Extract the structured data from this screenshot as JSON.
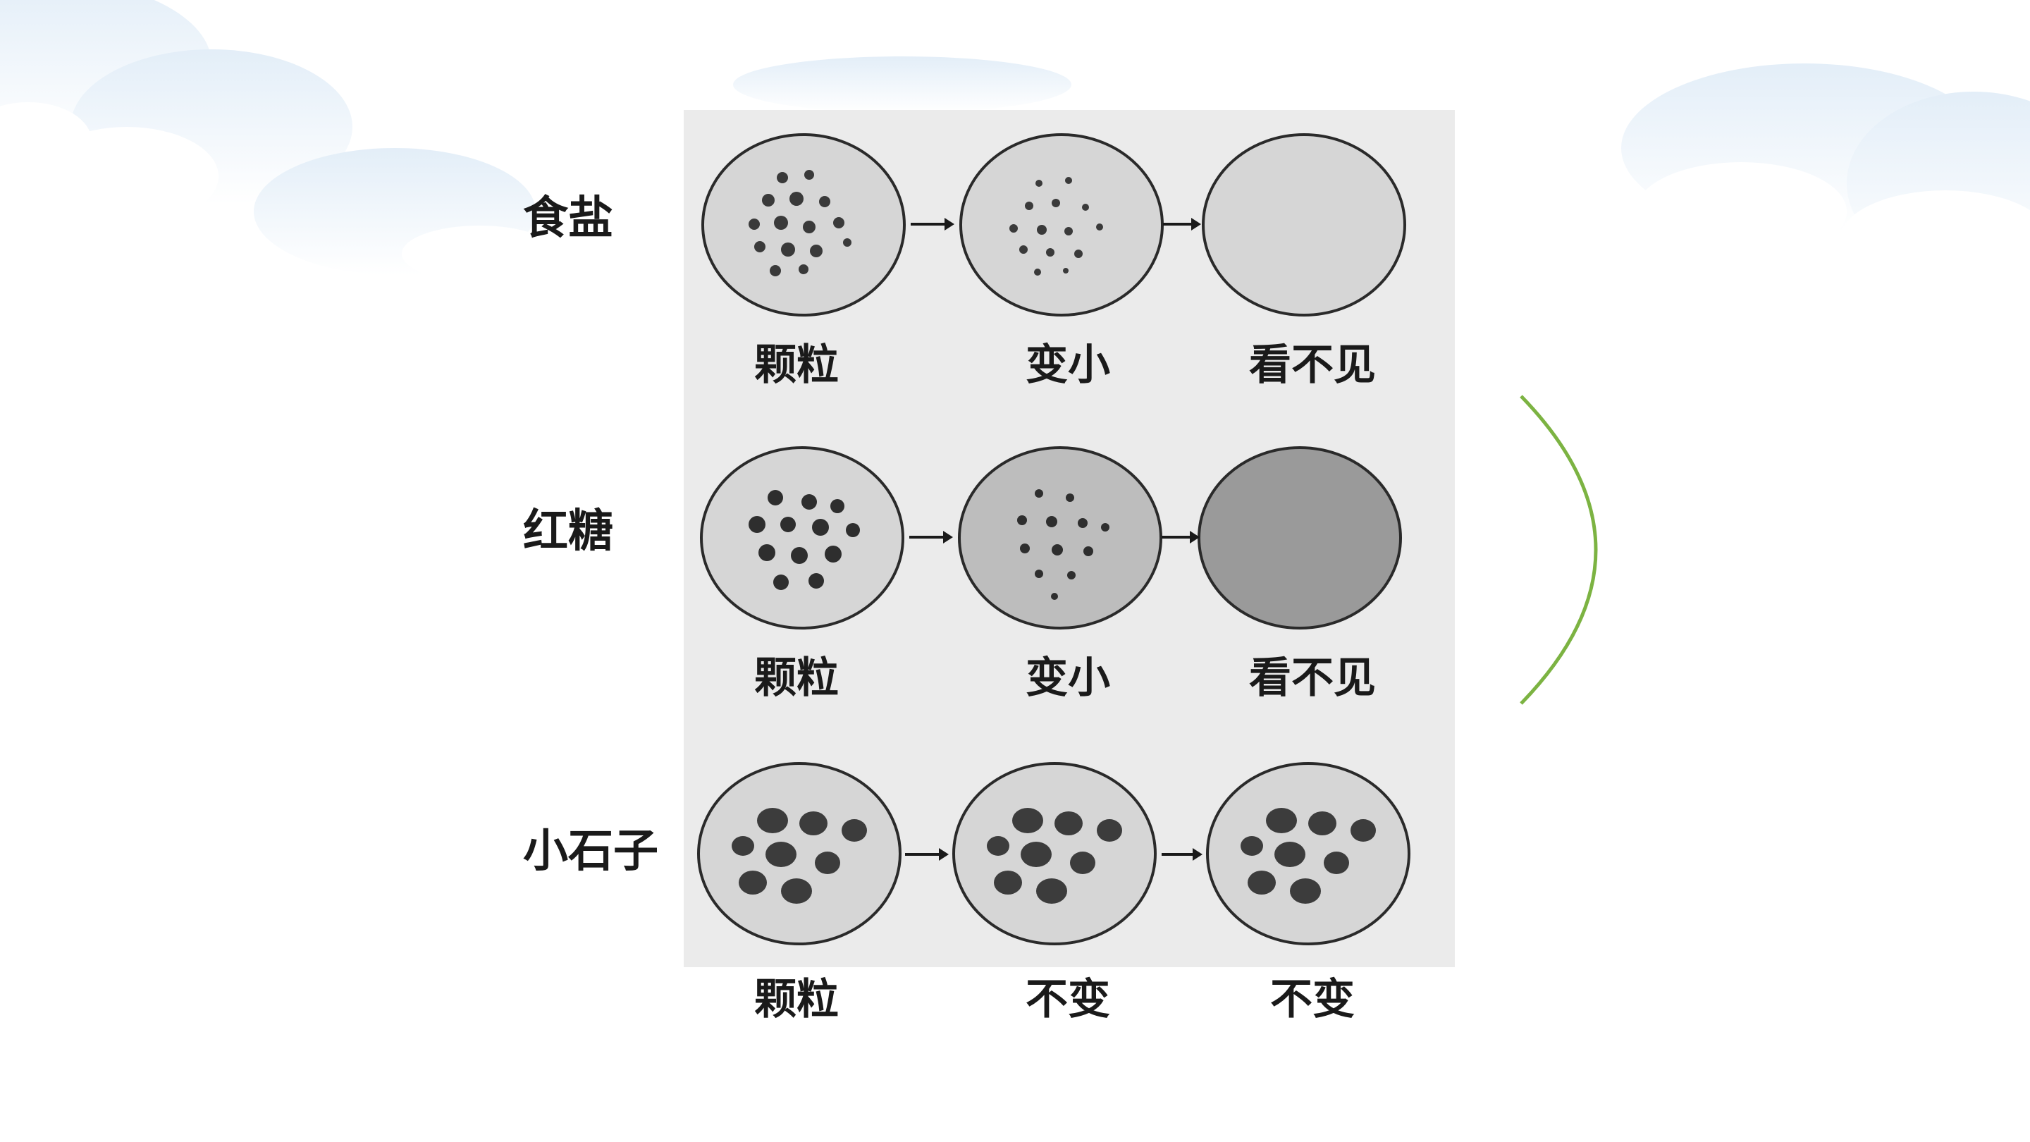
{
  "rows": [
    {
      "label": "食盐",
      "stages": [
        "颗粒",
        "变小",
        "看不见"
      ]
    },
    {
      "label": "红糖",
      "stages": [
        "颗粒",
        "变小",
        "看不见"
      ]
    },
    {
      "label": "小石子",
      "stages": [
        "颗粒",
        "不变",
        "不变"
      ]
    }
  ],
  "colors": {
    "dish_fill": "#d6d6d6",
    "dish_stroke": "#2a2a2a",
    "brown_sugar_dissolved": "#9a9a9a",
    "bracket": "#7cb342",
    "panel": "#ebebeb"
  }
}
